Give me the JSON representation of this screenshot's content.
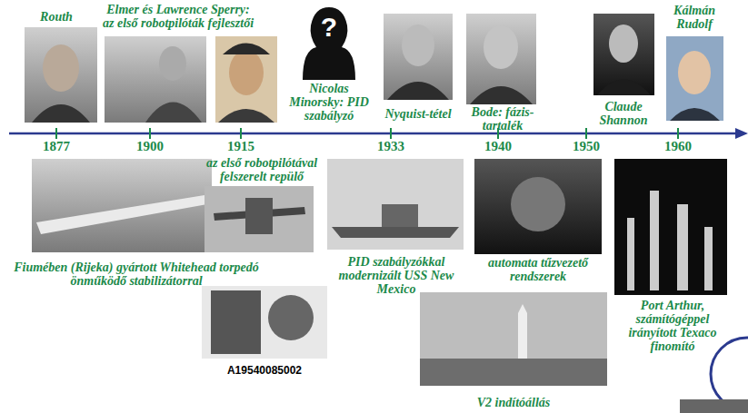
{
  "diagram": {
    "labels": [
      "Routh",
      "Elmer és Lawrence Sperry: az első robotpilóták fejlesztői",
      "?",
      "Nicolas Minorsky: PID szabályzó",
      "Nyquist-tétel",
      "Bode: fázis-tartalék",
      "Claude Shannon",
      "Kálmán Rudolf",
      "1877",
      "1900",
      "1915",
      "1933",
      "1940",
      "1950",
      "1960",
      "az első robotpilótával felszerelt repülő",
      "Fiumében (Rijeka) gyártott Whitehead torpedó önműködő stabilizátorral",
      "A19540085002",
      "PID szabályzókkal modernizált USS New Mexico",
      "automata tűzvezető rendszerek",
      "V2 indítóállás",
      "Port Arthur, számítógéppel irányított Texaco finomító"
    ]
  }
}
